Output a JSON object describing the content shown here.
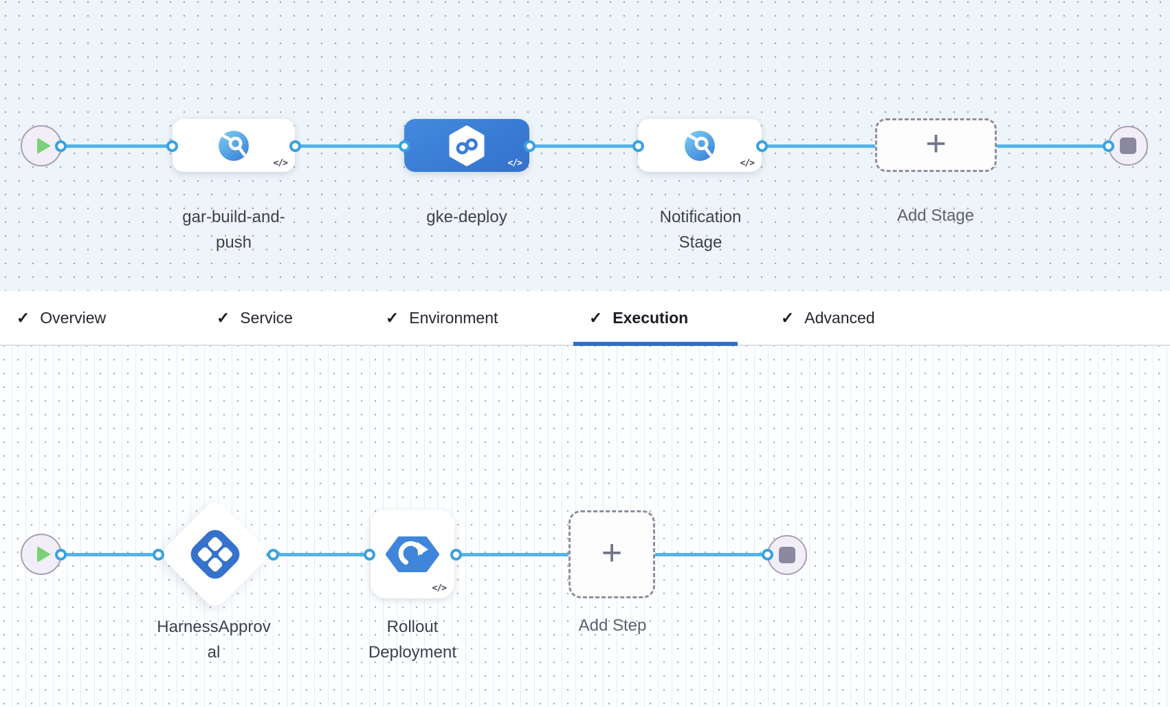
{
  "stage_pipeline": {
    "start_node_icon": "play-icon",
    "end_node_icon": "stop-icon",
    "stages": [
      {
        "label": "gar-build-and-push",
        "icon": "build-stage-icon",
        "selected": false,
        "yaml_badge": "</>"
      },
      {
        "label": "gke-deploy",
        "icon": "deploy-stage-icon",
        "selected": true,
        "yaml_badge": "</>"
      },
      {
        "label": "Notification Stage",
        "icon": "custom-stage-icon",
        "selected": false,
        "yaml_badge": "</>"
      }
    ],
    "add_stage": {
      "label": "Add Stage",
      "plus_glyph": "+"
    }
  },
  "tabs": {
    "check_glyph": "✓",
    "items": [
      {
        "label": "Overview",
        "checked": true,
        "active": false
      },
      {
        "label": "Service",
        "checked": true,
        "active": false
      },
      {
        "label": "Environment",
        "checked": true,
        "active": false
      },
      {
        "label": "Execution",
        "checked": true,
        "active": true
      },
      {
        "label": "Advanced",
        "checked": true,
        "active": false
      }
    ]
  },
  "execution_flow": {
    "start_node_icon": "play-icon",
    "end_node_icon": "stop-icon",
    "steps": [
      {
        "label": "HarnessApproval",
        "icon": "approval-step-icon"
      },
      {
        "label": "Rollout Deployment",
        "icon": "rollout-deployment-icon",
        "yaml_badge": "</>"
      }
    ],
    "add_step": {
      "label": "Add Step",
      "plus_glyph": "+"
    }
  },
  "colors": {
    "connector": "#54b4e8",
    "port_border": "#38a2e4",
    "selected_stage": "#3b7dd8",
    "active_tab_underline": "#2e6fcb",
    "approval_icon_blue": "#3572cc",
    "rollout_icon_blue": "#3f86da",
    "play_green": "#7bd17a",
    "stop_gray": "#8b899e",
    "canvas_top_bg": "#edf4fa",
    "canvas_bottom_bg": "#fdfeff"
  }
}
